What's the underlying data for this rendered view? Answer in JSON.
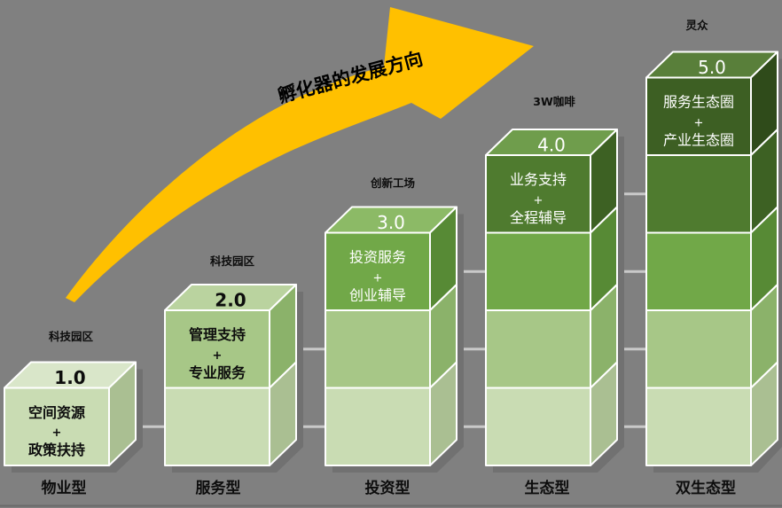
{
  "title": "孵化器的发展方向",
  "background_color": "#808080",
  "shadow_color": "#717171",
  "arrow": {
    "label": "孵化器的发展方向",
    "color": "#FFC000"
  },
  "connectors": {
    "color": "#c9c9c9"
  },
  "baseline_color": "#6a6a6a",
  "columns": [
    {
      "version": "1.0",
      "brand_label": "科技园区",
      "category": "物业型",
      "face_lines": [
        "空间资源",
        "+",
        "政策扶持"
      ],
      "levels": 1
    },
    {
      "version": "2.0",
      "brand_label": "科技园区",
      "category": "服务型",
      "face_lines": [
        "管理支持",
        "+",
        "专业服务"
      ],
      "levels": 2
    },
    {
      "version": "3.0",
      "brand_label": "创新工场",
      "category": "投资型",
      "face_lines": [
        "投资服务",
        "+",
        "创业辅导"
      ],
      "levels": 3
    },
    {
      "version": "4.0",
      "brand_label": "3W咖啡",
      "category": "生态型",
      "face_lines": [
        "业务支持",
        "+",
        "全程辅导"
      ],
      "levels": 4
    },
    {
      "version": "5.0",
      "brand_label": "灵众",
      "category": "双生态型",
      "face_lines": [
        "服务生态圈",
        "+",
        "产业生态圈"
      ],
      "levels": 5
    }
  ],
  "palette": {
    "front": {
      "r1": "#c9dcb3",
      "r2": "#a7c787",
      "r3": "#71a848",
      "r4": "#4f7b2f",
      "r5": "#3d5f23"
    },
    "side": {
      "r1": "#aabf92",
      "r2": "#8bb26a",
      "r3": "#578a35",
      "r4": "#3d6123",
      "r5": "#2f4b1a"
    },
    "top": {
      "c1": "#d9e6c9",
      "c2": "#bad39f",
      "c3": "#8cba66",
      "c4": "#6f9d4c",
      "c5": "#597f3a"
    }
  }
}
